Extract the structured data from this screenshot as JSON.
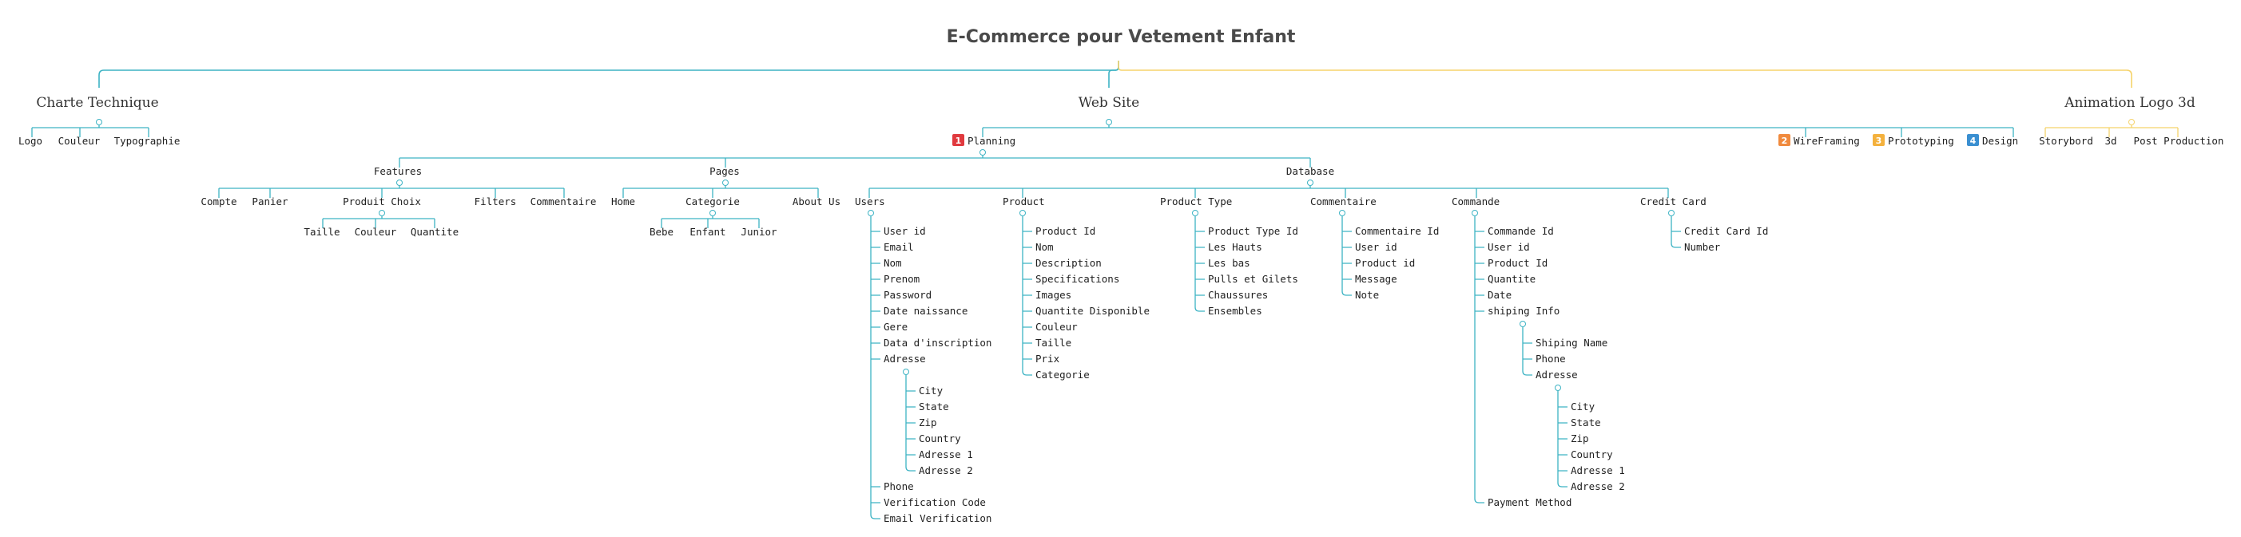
{
  "title": "E-Commerce pour Vetement Enfant",
  "colors": {
    "teal": "#3db3c4",
    "yellow": "#f5d36b",
    "badge1": "#e0393e",
    "badge2": "#f08a3e",
    "badge3": "#f4b13d",
    "badge4": "#3a8fd1"
  },
  "branches": {
    "charte": {
      "label": "Charte Technique",
      "children": [
        "Logo",
        "Couleur",
        "Typographie"
      ]
    },
    "website": {
      "label": "Web Site"
    },
    "animation": {
      "label": "Animation Logo 3d",
      "children": [
        "Storybord",
        "3d",
        "Post Production"
      ]
    }
  },
  "website_children": [
    {
      "label": "Planning",
      "badge": "1"
    },
    {
      "label": "WireFraming",
      "badge": "2"
    },
    {
      "label": "Prototyping",
      "badge": "3"
    },
    {
      "label": "Design",
      "badge": "4"
    }
  ],
  "planning": {
    "features": {
      "label": "Features",
      "children": [
        "Compte",
        "Panier",
        "Produit Choix",
        "Filters",
        "Commentaire"
      ],
      "produit_choix": [
        "Taille",
        "Couleur",
        "Quantite"
      ]
    },
    "pages": {
      "label": "Pages",
      "children": [
        "Home",
        "Categorie",
        "About Us"
      ],
      "categorie": [
        "Bebe",
        "Enfant",
        "Junior"
      ]
    },
    "database": {
      "label": "Database",
      "tables": {
        "users": {
          "label": "Users",
          "fields": [
            "User id",
            "Email",
            "Nom",
            "Prenom",
            "Password",
            "Date naissance",
            "Gere",
            "Data d'inscription",
            "Adresse"
          ],
          "adresse": [
            "City",
            "State",
            "Zip",
            "Country",
            "Adresse 1",
            "Adresse 2"
          ],
          "after": [
            "Phone",
            "Verification Code",
            "Email Verification"
          ]
        },
        "product": {
          "label": "Product",
          "fields": [
            "Product Id",
            "Nom",
            "Description",
            "Specifications",
            "Images",
            "Quantite Disponible",
            "Couleur",
            "Taille",
            "Prix",
            "Categorie"
          ]
        },
        "product_type": {
          "label": "Product Type",
          "fields": [
            "Product Type Id",
            "Les Hauts",
            "Les bas",
            "Pulls et Gilets",
            "Chaussures",
            "Ensembles"
          ]
        },
        "commentaire": {
          "label": "Commentaire",
          "fields": [
            "Commentaire Id",
            "User id",
            "Product id",
            "Message",
            "Note"
          ]
        },
        "commande": {
          "label": "Commande",
          "fields": [
            "Commande Id",
            "User id",
            "Product Id",
            "Quantite",
            "Date",
            "shiping Info"
          ],
          "shiping": [
            "Shiping Name",
            "Phone",
            "Adresse"
          ],
          "adresse": [
            "City",
            "State",
            "Zip",
            "Country",
            "Adresse 1",
            "Adresse 2"
          ],
          "after": [
            "Payment Method"
          ]
        },
        "credit_card": {
          "label": "Credit Card",
          "fields": [
            "Credit Card Id",
            "Number"
          ]
        }
      }
    }
  }
}
